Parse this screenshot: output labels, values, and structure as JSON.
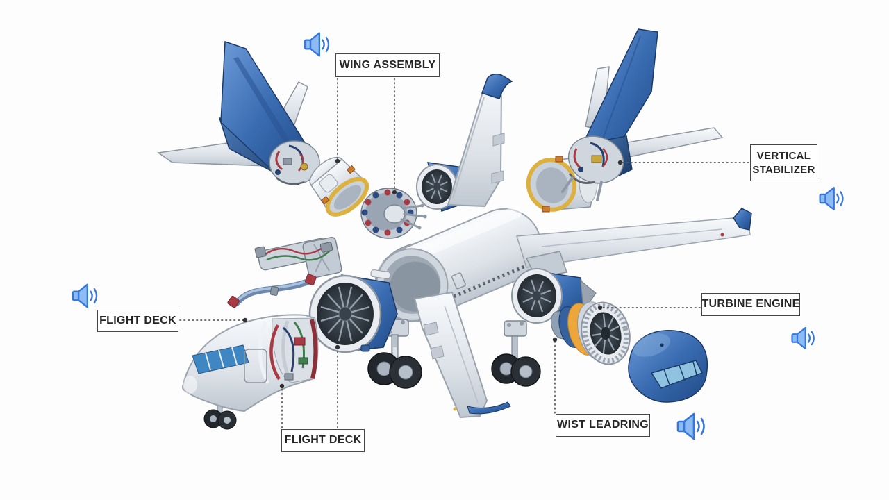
{
  "page": {
    "kind": "aircraft-exploded-parts-diagram",
    "background": "#fdfdfe"
  },
  "labels": {
    "wing_assembly": "WING ASSEMBLY",
    "vertical_stabilizer_line1": "VERTICAL",
    "vertical_stabilizer_line2": "STABILIZER",
    "turbine_engine": "TURBINE ENGINE",
    "flight_deck_left": "FLIGHT DECK",
    "flight_deck_bottom": "FLIGHT DECK",
    "wist_leadring": "WIST LEADRING"
  },
  "icons": {
    "audio_speaker": "speaker-with-sound-waves"
  },
  "colors": {
    "aircraft_blue": "#2f62ab",
    "aircraft_blue_dark": "#1d3c6b",
    "metal_light": "#eef1f5",
    "gold_ring": "#ddb13f",
    "orange_band": "#eda63b",
    "speaker_fill": "#8dbbf4",
    "speaker_stroke": "#3677dd",
    "label_border": "#454545",
    "label_text": "#262626",
    "connector": "#5a5a5a"
  }
}
